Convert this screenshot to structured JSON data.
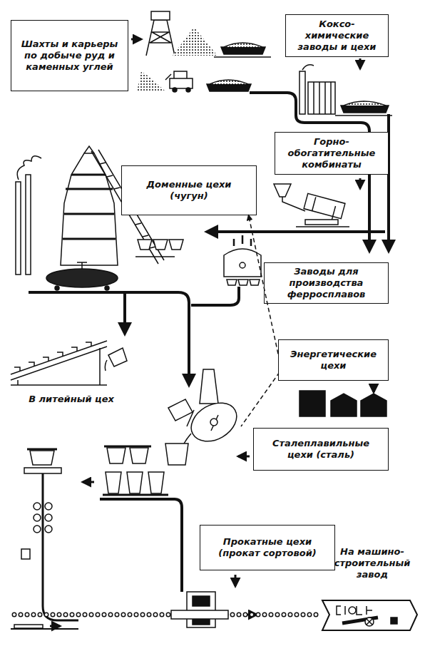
{
  "diagram": {
    "nodes": [
      {
        "text": [
          "Шахты и карьеры по добыче руд и каменных углей"
        ]
      },
      {
        "text": [
          "Коксо- химические заводы и цехи"
        ]
      },
      {
        "text": [
          "Горно- обогатительные комбинаты"
        ]
      },
      {
        "text": [
          "Доменные цехи (чугун)"
        ]
      },
      {
        "text": [
          "Заводы для производства ферросплавов"
        ]
      },
      {
        "text": [
          "Энергетические цехи"
        ]
      },
      {
        "text": [
          "Сталеплавильные цехи (сталь)"
        ]
      },
      {
        "text": [
          "Прокатные цехи (прокат сортовой)"
        ]
      }
    ],
    "edges": [
      {
        "from": 5,
        "to": 3,
        "arrow": "to"
      }
    ],
    "labels": [
      "В литейный цех",
      "На машино- строительный завод"
    ]
  }
}
